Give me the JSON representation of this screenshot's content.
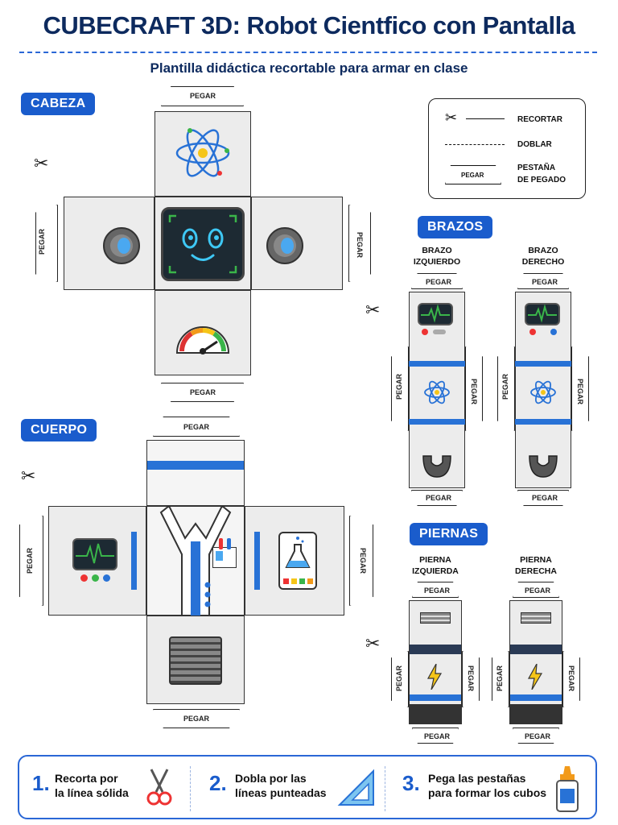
{
  "title": "CUBECRAFT 3D: Robot Cientfico con Pantalla",
  "subtitle": "Plantilla didáctica recortable para armar en clase",
  "sections": {
    "head": "CABEZA",
    "arms": "BRAZOS",
    "body": "CUERPO",
    "legs": "PIERNAS"
  },
  "tab_label": "PEGAR",
  "legend": {
    "cut": "RECORTAR",
    "fold": "DOBLAR",
    "tab_sample": "PEGAR",
    "glue_tab_line1": "PESTAÑA",
    "glue_tab_line2": "DE PEGADO"
  },
  "arms": {
    "left_line1": "BRAZO",
    "left_line2": "IZQUIERDO",
    "right_line1": "BRAZO",
    "right_line2": "DERECHO"
  },
  "legs": {
    "left_line1": "PIERNA",
    "left_line2": "IZQUIERDA",
    "right_line1": "PIERNA",
    "right_line2": "DERECHA"
  },
  "steps": [
    {
      "num": "1.",
      "line1": "Recorta por",
      "line2": "la línea sólida"
    },
    {
      "num": "2.",
      "line1": "Dobla por las",
      "line2": "líneas punteadas"
    },
    {
      "num": "3.",
      "line1": "Pega las pestañas",
      "line2": "para formar los cubos"
    }
  ],
  "colors": {
    "accent": "#1a5ccc",
    "title": "#0d2a5e",
    "face": "#ececec",
    "screen": "#1d2a33",
    "glow": "#3ec8f5",
    "band": "#2872d6"
  }
}
